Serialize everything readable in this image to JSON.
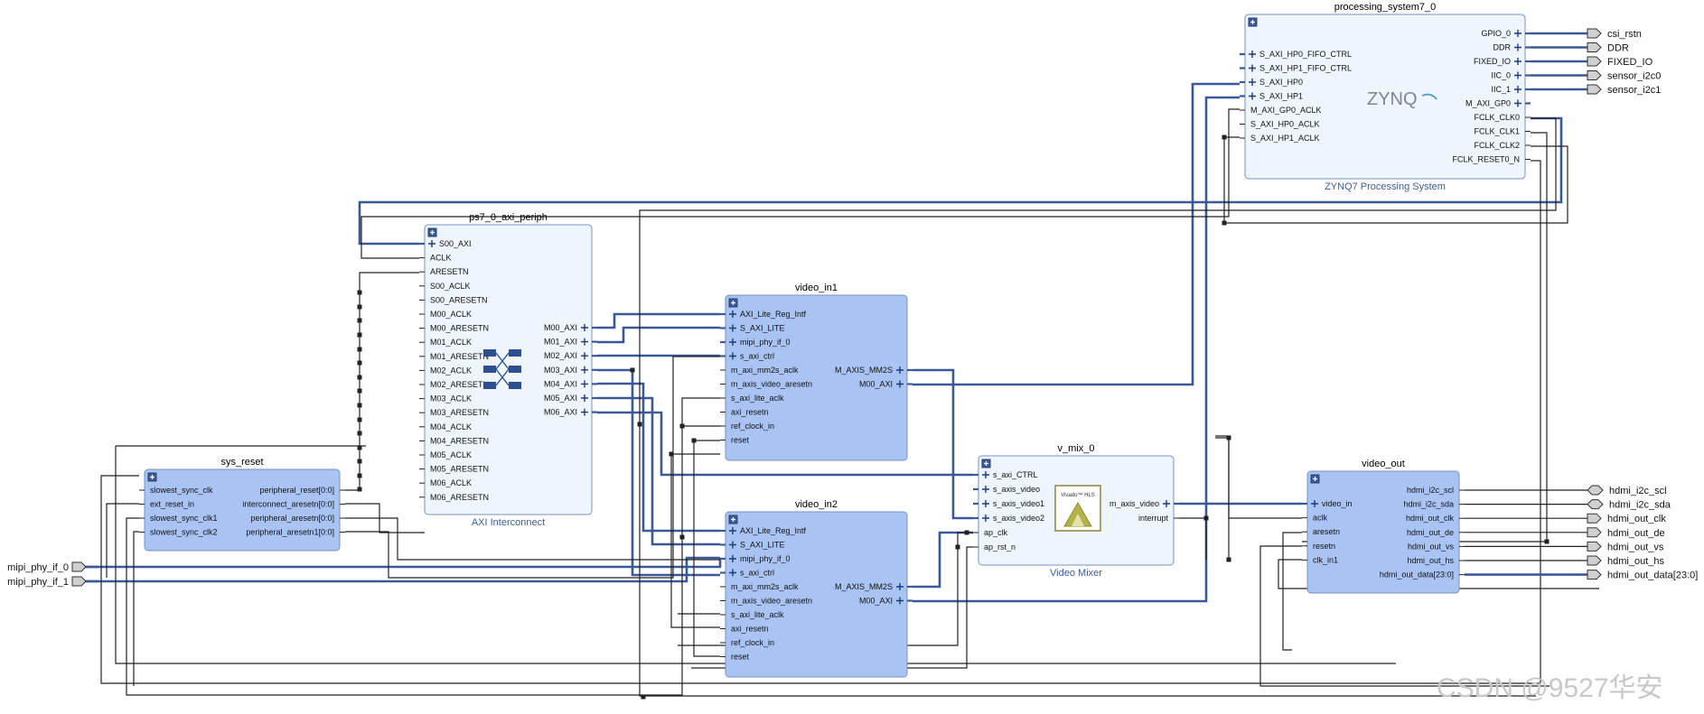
{
  "blocks": {
    "processing_system7_0": {
      "name": "processing_system7_0",
      "subtitle": "ZYNQ7 Processing System",
      "logo_text": "ZYNQ",
      "left_pins": [
        "S_AXI_HP0_FIFO_CTRL",
        "S_AXI_HP1_FIFO_CTRL",
        "S_AXI_HP0",
        "S_AXI_HP1",
        "M_AXI_GP0_ACLK",
        "S_AXI_HP0_ACLK",
        "S_AXI_HP1_ACLK"
      ],
      "right_pins": [
        "GPIO_0",
        "DDR",
        "FIXED_IO",
        "IIC_0",
        "IIC_1",
        "M_AXI_GP0",
        "FCLK_CLK0",
        "FCLK_CLK1",
        "FCLK_CLK2",
        "FCLK_RESET0_N"
      ]
    },
    "ps7_0_axi_periph": {
      "name": "ps7_0_axi_periph",
      "subtitle": "AXI Interconnect",
      "left_pins": [
        "S00_AXI",
        "ACLK",
        "ARESETN",
        "S00_ACLK",
        "S00_ARESETN",
        "M00_ACLK",
        "M00_ARESETN",
        "M01_ACLK",
        "M01_ARESETN",
        "M02_ACLK",
        "M02_ARESETN",
        "M03_ACLK",
        "M03_ARESETN",
        "M04_ACLK",
        "M04_ARESETN",
        "M05_ACLK",
        "M05_ARESETN",
        "M06_ACLK",
        "M06_ARESETN"
      ],
      "right_pins": [
        "M00_AXI",
        "M01_AXI",
        "M02_AXI",
        "M03_AXI",
        "M04_AXI",
        "M05_AXI",
        "M06_AXI"
      ]
    },
    "sys_reset": {
      "name": "sys_reset",
      "left_pins": [
        "slowest_sync_clk",
        "ext_reset_in",
        "slowest_sync_clk1",
        "slowest_sync_clk2"
      ],
      "right_pins": [
        "peripheral_reset[0:0]",
        "interconnect_aresetn[0:0]",
        "peripheral_aresetn[0:0]",
        "peripheral_aresetn1[0:0]"
      ]
    },
    "video_in1": {
      "name": "video_in1",
      "left_pins": [
        "AXI_Lite_Reg_Intf",
        "S_AXI_LITE",
        "mipi_phy_if_0",
        "s_axi_ctrl",
        "m_axi_mm2s_aclk",
        "m_axis_video_aresetn",
        "s_axi_lite_aclk",
        "axi_resetn",
        "ref_clock_in",
        "reset"
      ],
      "right_pins": [
        "M_AXIS_MM2S",
        "M00_AXI"
      ]
    },
    "video_in2": {
      "name": "video_in2",
      "left_pins": [
        "AXI_Lite_Reg_Intf",
        "S_AXI_LITE",
        "mipi_phy_if_0",
        "s_axi_ctrl",
        "m_axi_mm2s_aclk",
        "m_axis_video_aresetn",
        "s_axi_lite_aclk",
        "axi_resetn",
        "ref_clock_in",
        "reset"
      ],
      "right_pins": [
        "M_AXIS_MM2S",
        "M00_AXI"
      ]
    },
    "v_mix_0": {
      "name": "v_mix_0",
      "subtitle": "Video Mixer",
      "logo_text": "Vivado™ HLS",
      "left_pins": [
        "s_axi_CTRL",
        "s_axis_video",
        "s_axis_video1",
        "s_axis_video2",
        "ap_clk",
        "ap_rst_n"
      ],
      "right_pins": [
        "m_axis_video",
        "interrupt"
      ]
    },
    "video_out": {
      "name": "video_out",
      "left_pins": [
        "video_in",
        "aclk",
        "aresetn",
        "resetn",
        "clk_in1"
      ],
      "right_pins": [
        "hdmi_i2c_scl",
        "hdmi_i2c_sda",
        "hdmi_out_clk",
        "hdmi_out_de",
        "hdmi_out_vs",
        "hdmi_out_hs",
        "hdmi_out_data[23:0]"
      ]
    }
  },
  "external_ports": {
    "left": [
      "mipi_phy_if_0",
      "mipi_phy_if_1"
    ],
    "right_top": [
      "csi_rstn",
      "DDR",
      "FIXED_IO",
      "sensor_i2c0",
      "sensor_i2c1"
    ],
    "right_bottom": [
      "hdmi_i2c_scl",
      "hdmi_i2c_sda",
      "hdmi_out_clk",
      "hdmi_out_de",
      "hdmi_out_vs",
      "hdmi_out_hs",
      "hdmi_out_data[23:0]"
    ]
  },
  "watermark": "CSDN @9527华安",
  "colors": {
    "block_fill_light": "#eef5fd",
    "block_fill_blue": "#a9c4f3",
    "block_border": "#7592c6",
    "bus_wire": "#3b5998",
    "net_wire": "#222222"
  }
}
